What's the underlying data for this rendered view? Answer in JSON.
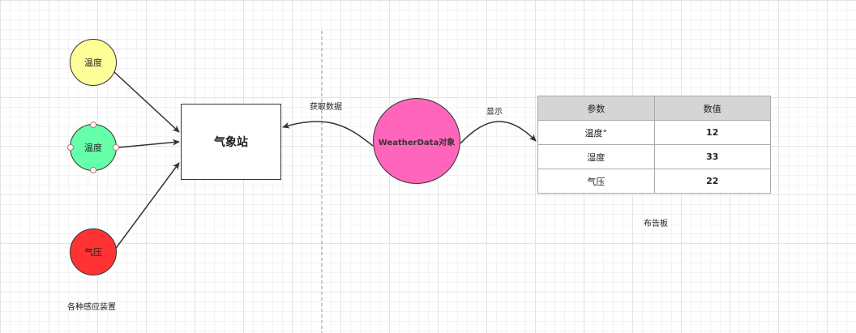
{
  "colors": {
    "sensor_humidity": "#ffff99",
    "sensor_temperature": "#66ffaa",
    "sensor_pressure": "#ff3333",
    "weatherdata_object": "#ff66bb",
    "table_header": "#d5d5d5"
  },
  "sensors": {
    "humidity": "温度",
    "temperature": "温度",
    "pressure": "气压",
    "group_label": "各种感应装置"
  },
  "station": {
    "label": "气象站"
  },
  "weather_data": {
    "label": "WeatherData对象"
  },
  "edges": {
    "fetch_label": "获取数据",
    "display_label": "显示"
  },
  "board": {
    "caption": "布告板",
    "headers": [
      "参数",
      "数值"
    ],
    "rows": [
      {
        "param": "温度°",
        "value": "12"
      },
      {
        "param": "湿度",
        "value": "33"
      },
      {
        "param": "气压",
        "value": "22"
      }
    ]
  }
}
